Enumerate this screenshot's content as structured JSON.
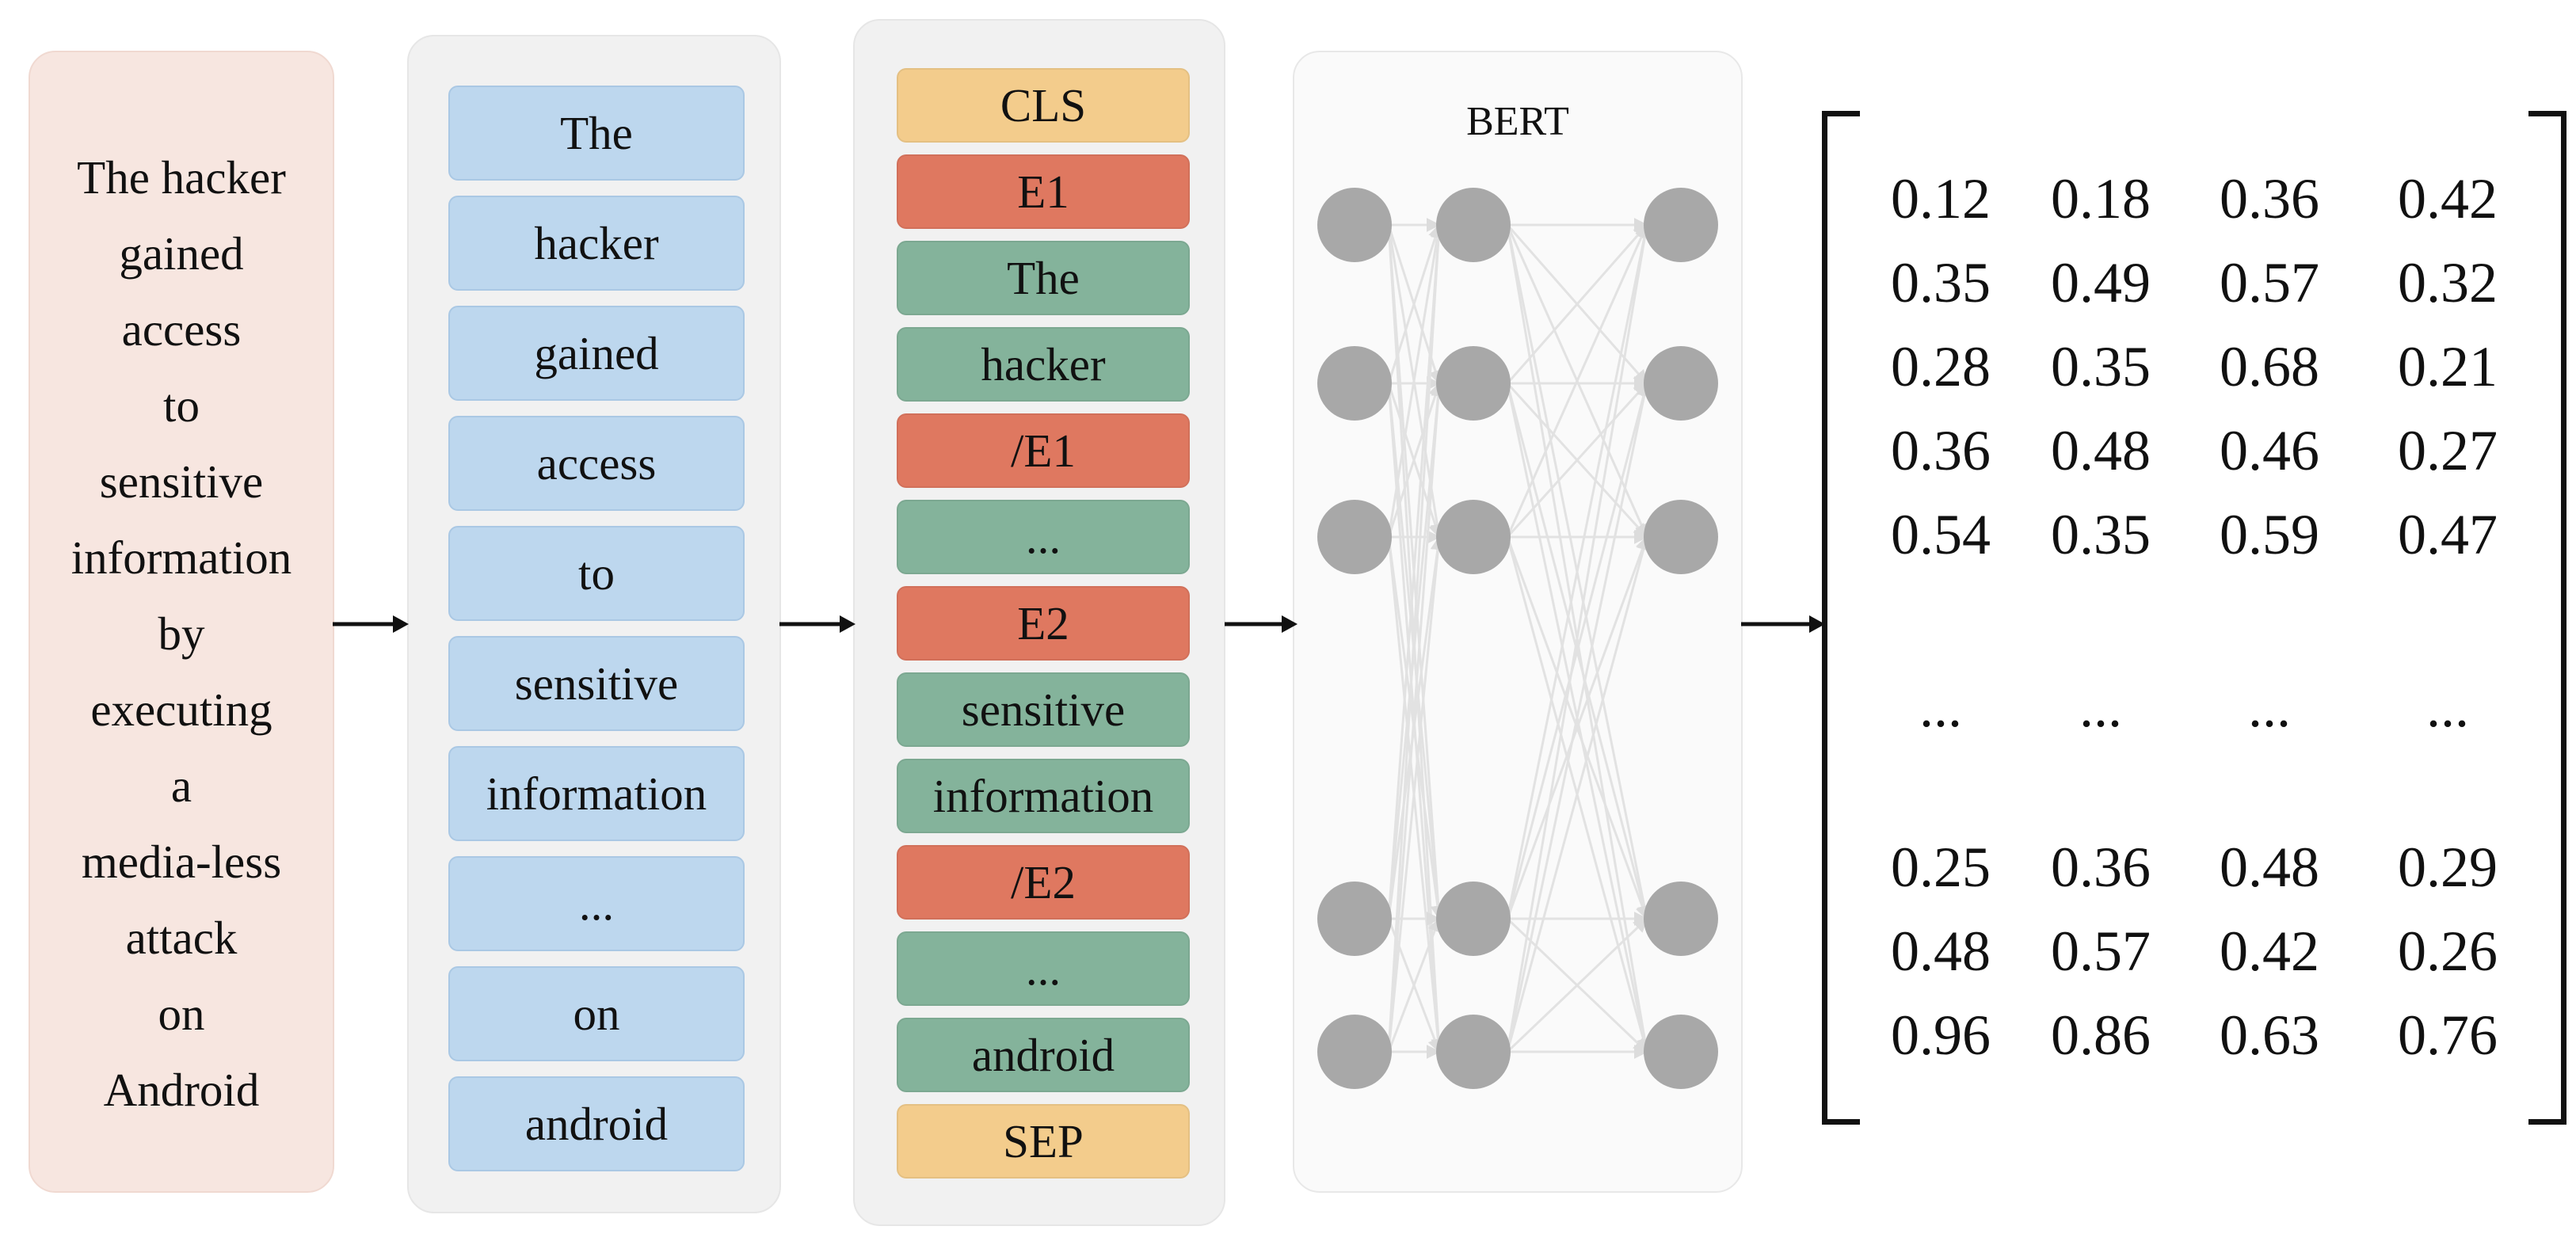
{
  "sentence": {
    "lines": [
      "The hacker",
      "gained",
      "access",
      "to",
      "sensitive",
      "information",
      "by",
      "executing",
      "a",
      "media-less",
      "attack",
      "on",
      "Android"
    ]
  },
  "tokens": [
    "The",
    "hacker",
    "gained",
    "access",
    "to",
    "sensitive",
    "information",
    "...",
    "on",
    "android"
  ],
  "marked_tokens": [
    {
      "label": "CLS",
      "kind": "special"
    },
    {
      "label": "E1",
      "kind": "marker"
    },
    {
      "label": "The",
      "kind": "word"
    },
    {
      "label": "hacker",
      "kind": "word"
    },
    {
      "label": "/E1",
      "kind": "marker"
    },
    {
      "label": "...",
      "kind": "word"
    },
    {
      "label": "E2",
      "kind": "marker"
    },
    {
      "label": "sensitive",
      "kind": "word"
    },
    {
      "label": "information",
      "kind": "word"
    },
    {
      "label": "/E2",
      "kind": "marker"
    },
    {
      "label": "...",
      "kind": "word"
    },
    {
      "label": "android",
      "kind": "word"
    },
    {
      "label": "SEP",
      "kind": "special"
    }
  ],
  "bert": {
    "label": "BERT"
  },
  "matrix": {
    "top_rows": [
      [
        "0.12",
        "0.18",
        "0.36",
        "0.42"
      ],
      [
        "0.35",
        "0.49",
        "0.57",
        "0.32"
      ],
      [
        "0.28",
        "0.35",
        "0.68",
        "0.21"
      ],
      [
        "0.36",
        "0.48",
        "0.46",
        "0.27"
      ],
      [
        "0.54",
        "0.35",
        "0.59",
        "0.47"
      ]
    ],
    "ellipsis_row": [
      "...",
      "...",
      "...",
      "..."
    ],
    "bottom_rows": [
      [
        "0.25",
        "0.36",
        "0.48",
        "0.29"
      ],
      [
        "0.48",
        "0.57",
        "0.42",
        "0.26"
      ],
      [
        "0.96",
        "0.86",
        "0.63",
        "0.76"
      ]
    ]
  },
  "colors": {
    "sentence_bg": "#f7e6e0",
    "token_bg": "#bdd7ee",
    "special": "#f3cc8c",
    "marker": "#df7860",
    "word": "#84b39b",
    "neuron": "#a8a8a8",
    "edge": "#e2e2e2"
  }
}
